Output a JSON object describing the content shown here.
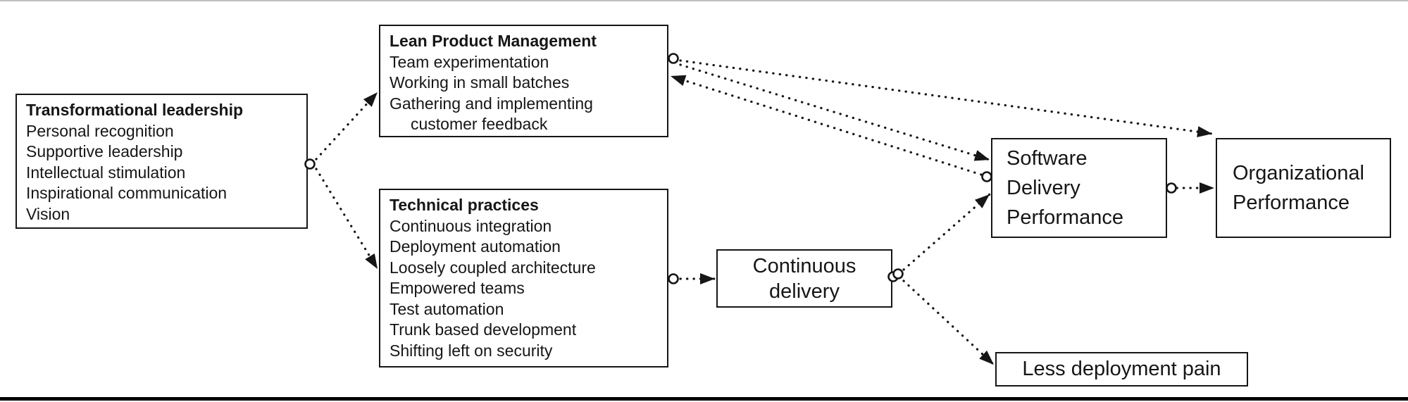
{
  "colors": {
    "background": "#ffffff",
    "stroke": "#161616",
    "text": "#161616",
    "top_rule": "#bfbfbf",
    "bottom_rule": "#000000"
  },
  "nodes": {
    "transformational_leadership": {
      "title": "Transformational leadership",
      "items": [
        "Personal recognition",
        "Supportive leadership",
        "Intellectual stimulation",
        "Inspirational communication",
        "Vision"
      ]
    },
    "lean_product_management": {
      "title": "Lean Product Management",
      "items": [
        "Team experimentation",
        "Working in small batches",
        "Gathering and implementing customer feedback"
      ]
    },
    "technical_practices": {
      "title": "Technical practices",
      "items": [
        "Continuous integration",
        "Deployment automation",
        "Loosely coupled architecture",
        "Empowered teams",
        "Test automation",
        "Trunk based development",
        "Shifting left on security"
      ]
    },
    "continuous_delivery": {
      "label": "Continuous\ndelivery"
    },
    "software_delivery_performance": {
      "label": "Software\nDelivery\nPerformance"
    },
    "organizational_performance": {
      "label": "Organizational\nPerformance"
    },
    "less_deployment_pain": {
      "label": "Less deployment pain"
    }
  },
  "edges": [
    {
      "from": "transformational-leadership",
      "to": "lean-product-management",
      "style": "dotted-arrow"
    },
    {
      "from": "transformational-leadership",
      "to": "technical-practices",
      "style": "dotted-arrow"
    },
    {
      "from": "technical-practices",
      "to": "continuous-delivery",
      "style": "dotted-arrow"
    },
    {
      "from": "lean-product-management",
      "to": "organizational-performance",
      "style": "dotted-arrow"
    },
    {
      "from": "lean-product-management",
      "to": "software-delivery-performance",
      "style": "dotted-arrow"
    },
    {
      "from": "software-delivery-performance",
      "to": "lean-product-management",
      "style": "dotted-arrow"
    },
    {
      "from": "continuous-delivery",
      "to": "software-delivery-performance",
      "style": "dotted-arrow"
    },
    {
      "from": "continuous-delivery",
      "to": "less-deployment-pain",
      "style": "dotted-arrow"
    },
    {
      "from": "software-delivery-performance",
      "to": "organizational-performance",
      "style": "dotted-arrow"
    }
  ]
}
